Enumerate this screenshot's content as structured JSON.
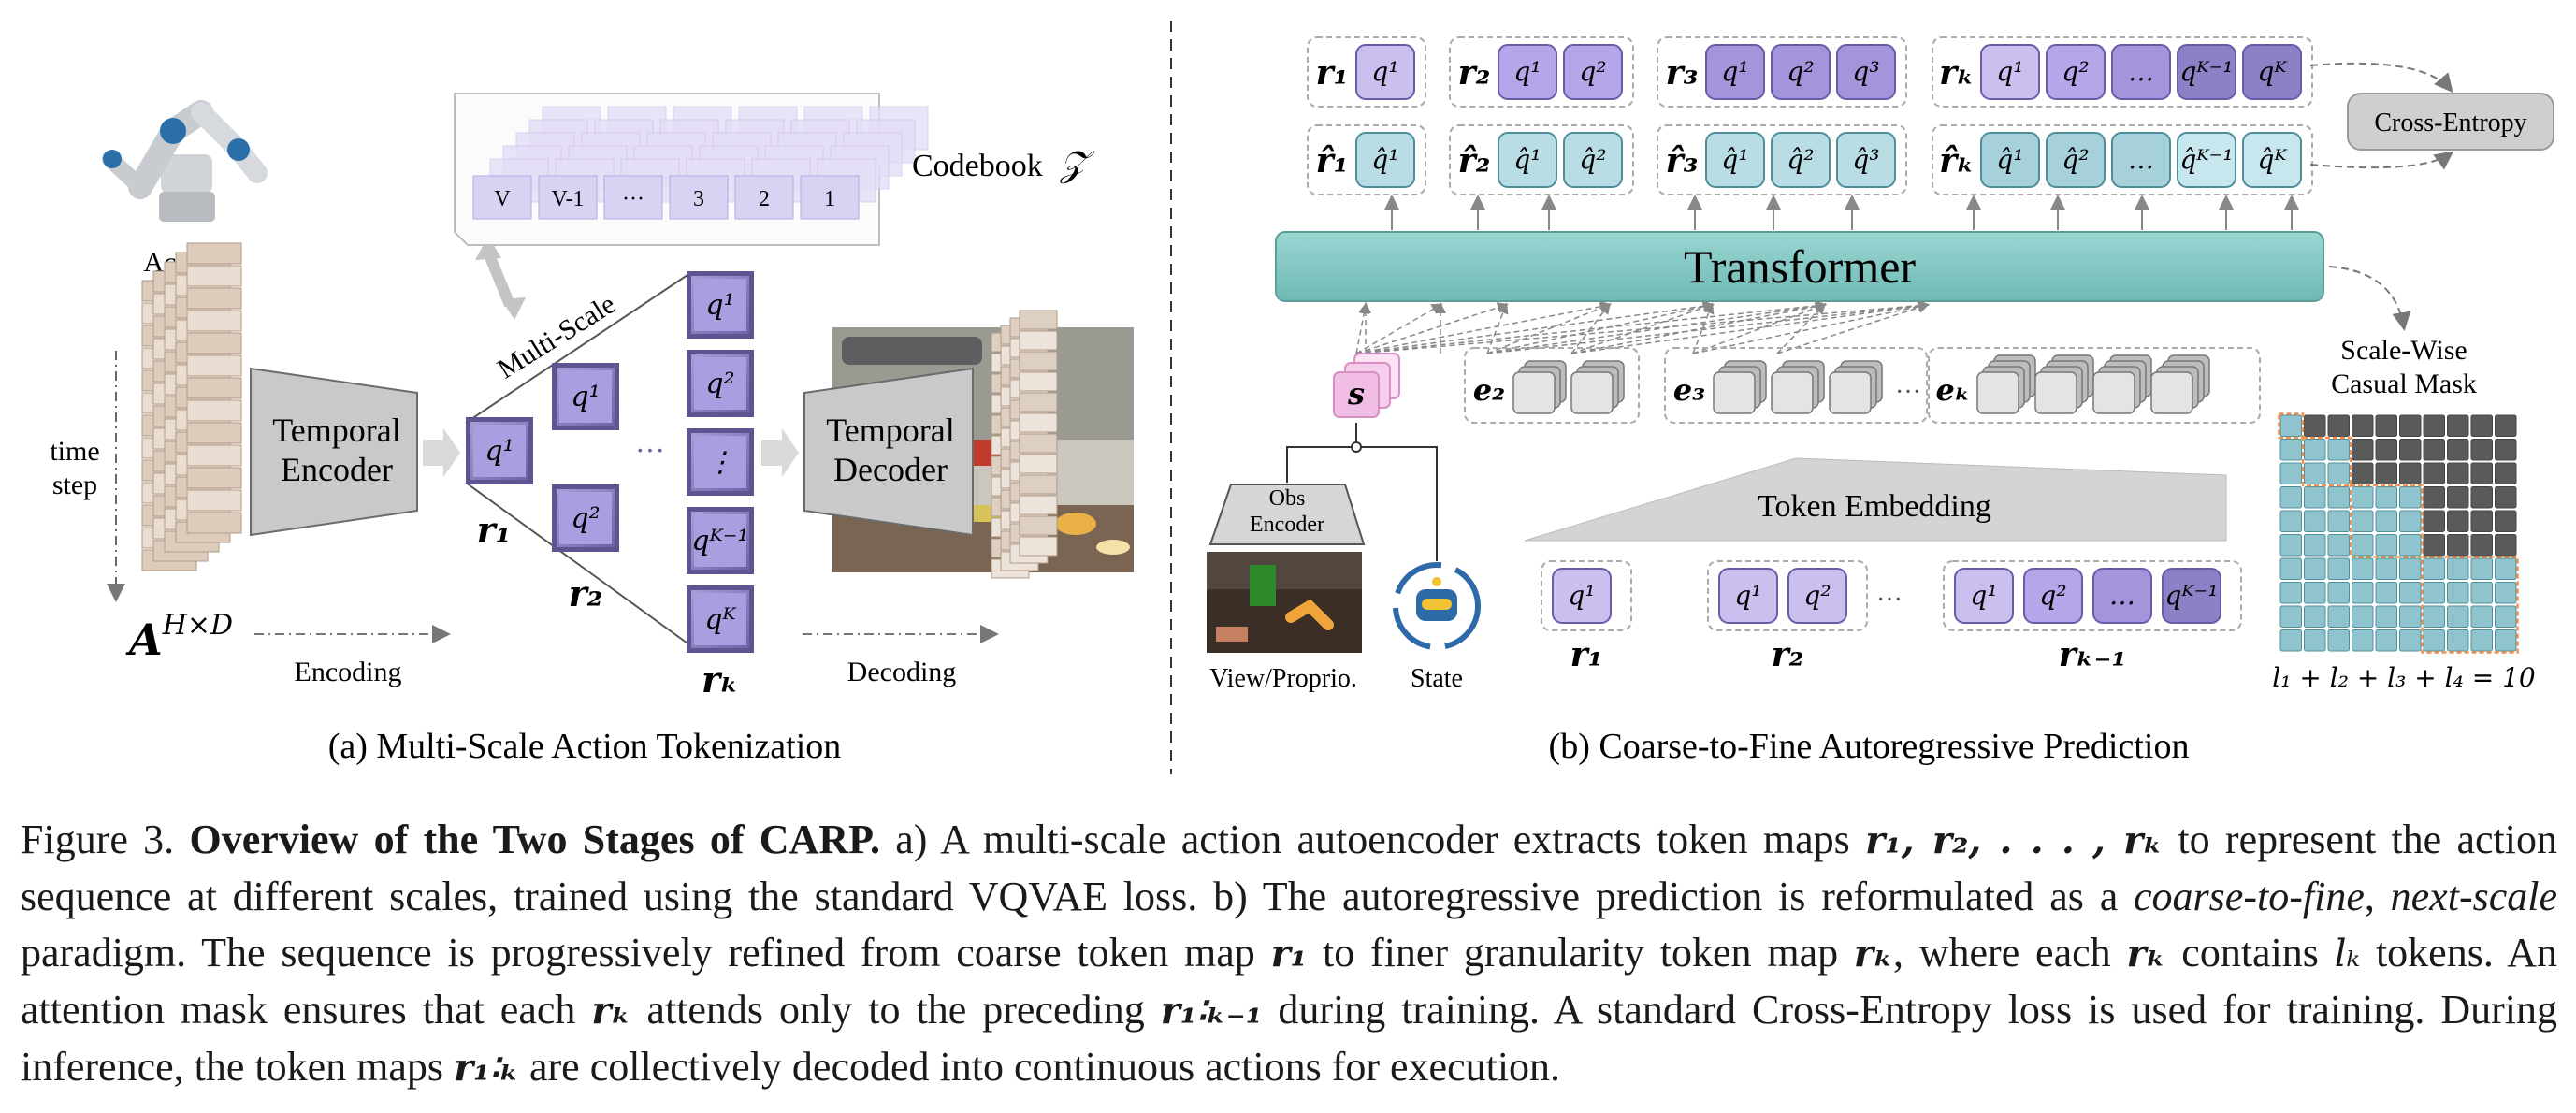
{
  "figure": {
    "left_panel": {
      "actions_label": "Actions",
      "time_step_label": "time\nstep",
      "action_matrix_symbol": "A",
      "action_matrix_superscript": "H×D",
      "encoder_label": "Temporal\nEncoder",
      "decoder_label": "Temporal\nDecoder",
      "encoding_label": "Encoding",
      "decoding_label": "Decoding",
      "multiscale_label": "Multi-Scale",
      "codebook_label": "Codebook",
      "codebook_symbol": "𝒵",
      "codebook_entries": [
        "V",
        "V-1",
        "···",
        "3",
        "2",
        "1"
      ],
      "scale1_tokens": [
        "q¹"
      ],
      "scale2_tokens": [
        "q¹",
        "q²"
      ],
      "scaleK_tokens": [
        "q¹",
        "q²",
        "⋮",
        "qᴷ⁻¹",
        "qᴷ"
      ],
      "ellipsis": "···",
      "r_labels": [
        "r₁",
        "r₂",
        "rₖ"
      ],
      "subtitle": "(a) Multi-Scale Action Tokenization"
    },
    "right_panel": {
      "target_rows": [
        {
          "r": "r₁",
          "tokens": [
            "q¹"
          ]
        },
        {
          "r": "r₂",
          "tokens": [
            "q¹",
            "q²"
          ]
        },
        {
          "r": "r₃",
          "tokens": [
            "q¹",
            "q²",
            "q³"
          ]
        },
        {
          "r": "rₖ",
          "tokens": [
            "q¹",
            "q²",
            "…",
            "qᴷ⁻¹",
            "qᴷ"
          ]
        }
      ],
      "pred_rows": [
        {
          "r": "r̂₁",
          "tokens": [
            "q̂¹"
          ]
        },
        {
          "r": "r̂₂",
          "tokens": [
            "q̂¹",
            "q̂²"
          ]
        },
        {
          "r": "r̂₃",
          "tokens": [
            "q̂¹",
            "q̂²",
            "q̂³"
          ]
        },
        {
          "r": "r̂ₖ",
          "tokens": [
            "q̂¹",
            "q̂²",
            "…",
            "q̂ᴷ⁻¹",
            "q̂ᴷ"
          ]
        }
      ],
      "cross_entropy_label": "Cross-Entropy",
      "transformer_label": "Transformer",
      "state_token": "s",
      "embed_labels": [
        "e₂",
        "e₃",
        "eₖ"
      ],
      "embed_ellipsis": "···",
      "obs_encoder_label": "Obs\nEncoder",
      "view_label": "View/Proprio.",
      "state_label": "State",
      "token_embedding_label": "Token Embedding",
      "input_groups": [
        {
          "r": "r₁",
          "tokens": [
            "q¹"
          ]
        },
        {
          "r": "r₂",
          "tokens": [
            "q¹",
            "q²"
          ]
        },
        {
          "r": "rₖ₋₁",
          "tokens": [
            "q¹",
            "q²",
            "…",
            "qᴷ⁻¹"
          ]
        }
      ],
      "input_ellipsis": "···",
      "mask_title": "Scale-Wise\nCasual Mask",
      "mask_equation": "l₁ + l₂ + l₃ + l₄ = 10",
      "mask_scales": [
        1,
        2,
        3,
        4
      ],
      "subtitle": "(b) Coarse-to-Fine Autoregressive Prediction"
    },
    "colors": {
      "token_purple_light": "#cbbff0",
      "token_purple_mid": "#ab9ce0",
      "token_purple_dark": "#8e81c2",
      "token_teal": "#b7dfe6",
      "token_teal_light": "#d8eef3",
      "transformer": "#7fc6c3",
      "state_pink": "#f6c6ea",
      "mask_filled": "#8fc4cf",
      "mask_empty": "#5a5a5a",
      "mask_outline": "#f0904a"
    }
  },
  "caption": {
    "figure_label": "Figure 3.",
    "bold_title": "Overview of the Two Stages of CARP.",
    "s1": " a) A multi-scale action autoencoder extracts token maps ",
    "m1": "r₁, r₂, . . . , rₖ",
    "s2": " to represent the action sequence at different scales, trained using the standard VQVAE loss. b) The autoregressive prediction is reformulated as a ",
    "i1": "coarse-to-fine",
    "s3": ", ",
    "i2": "next-scale",
    "s4": " paradigm. The sequence is progressively refined from coarse token map ",
    "m2": "r₁",
    "s5": " to finer granularity token map ",
    "m3": "rₖ",
    "s6": ", where each ",
    "m4": "rₖ",
    "s7": " contains ",
    "m5": "lₖ",
    "s8": " tokens. An attention mask ensures that each ",
    "m6": "rₖ",
    "s9": " attends only to the preceding ",
    "m7": "r₁∶ₖ₋₁",
    "s10": " during training. A standard Cross-Entropy loss is used for training. During inference, the token maps ",
    "m8": "r₁∶ₖ",
    "s11": " are collectively decoded into continuous actions for execution."
  }
}
